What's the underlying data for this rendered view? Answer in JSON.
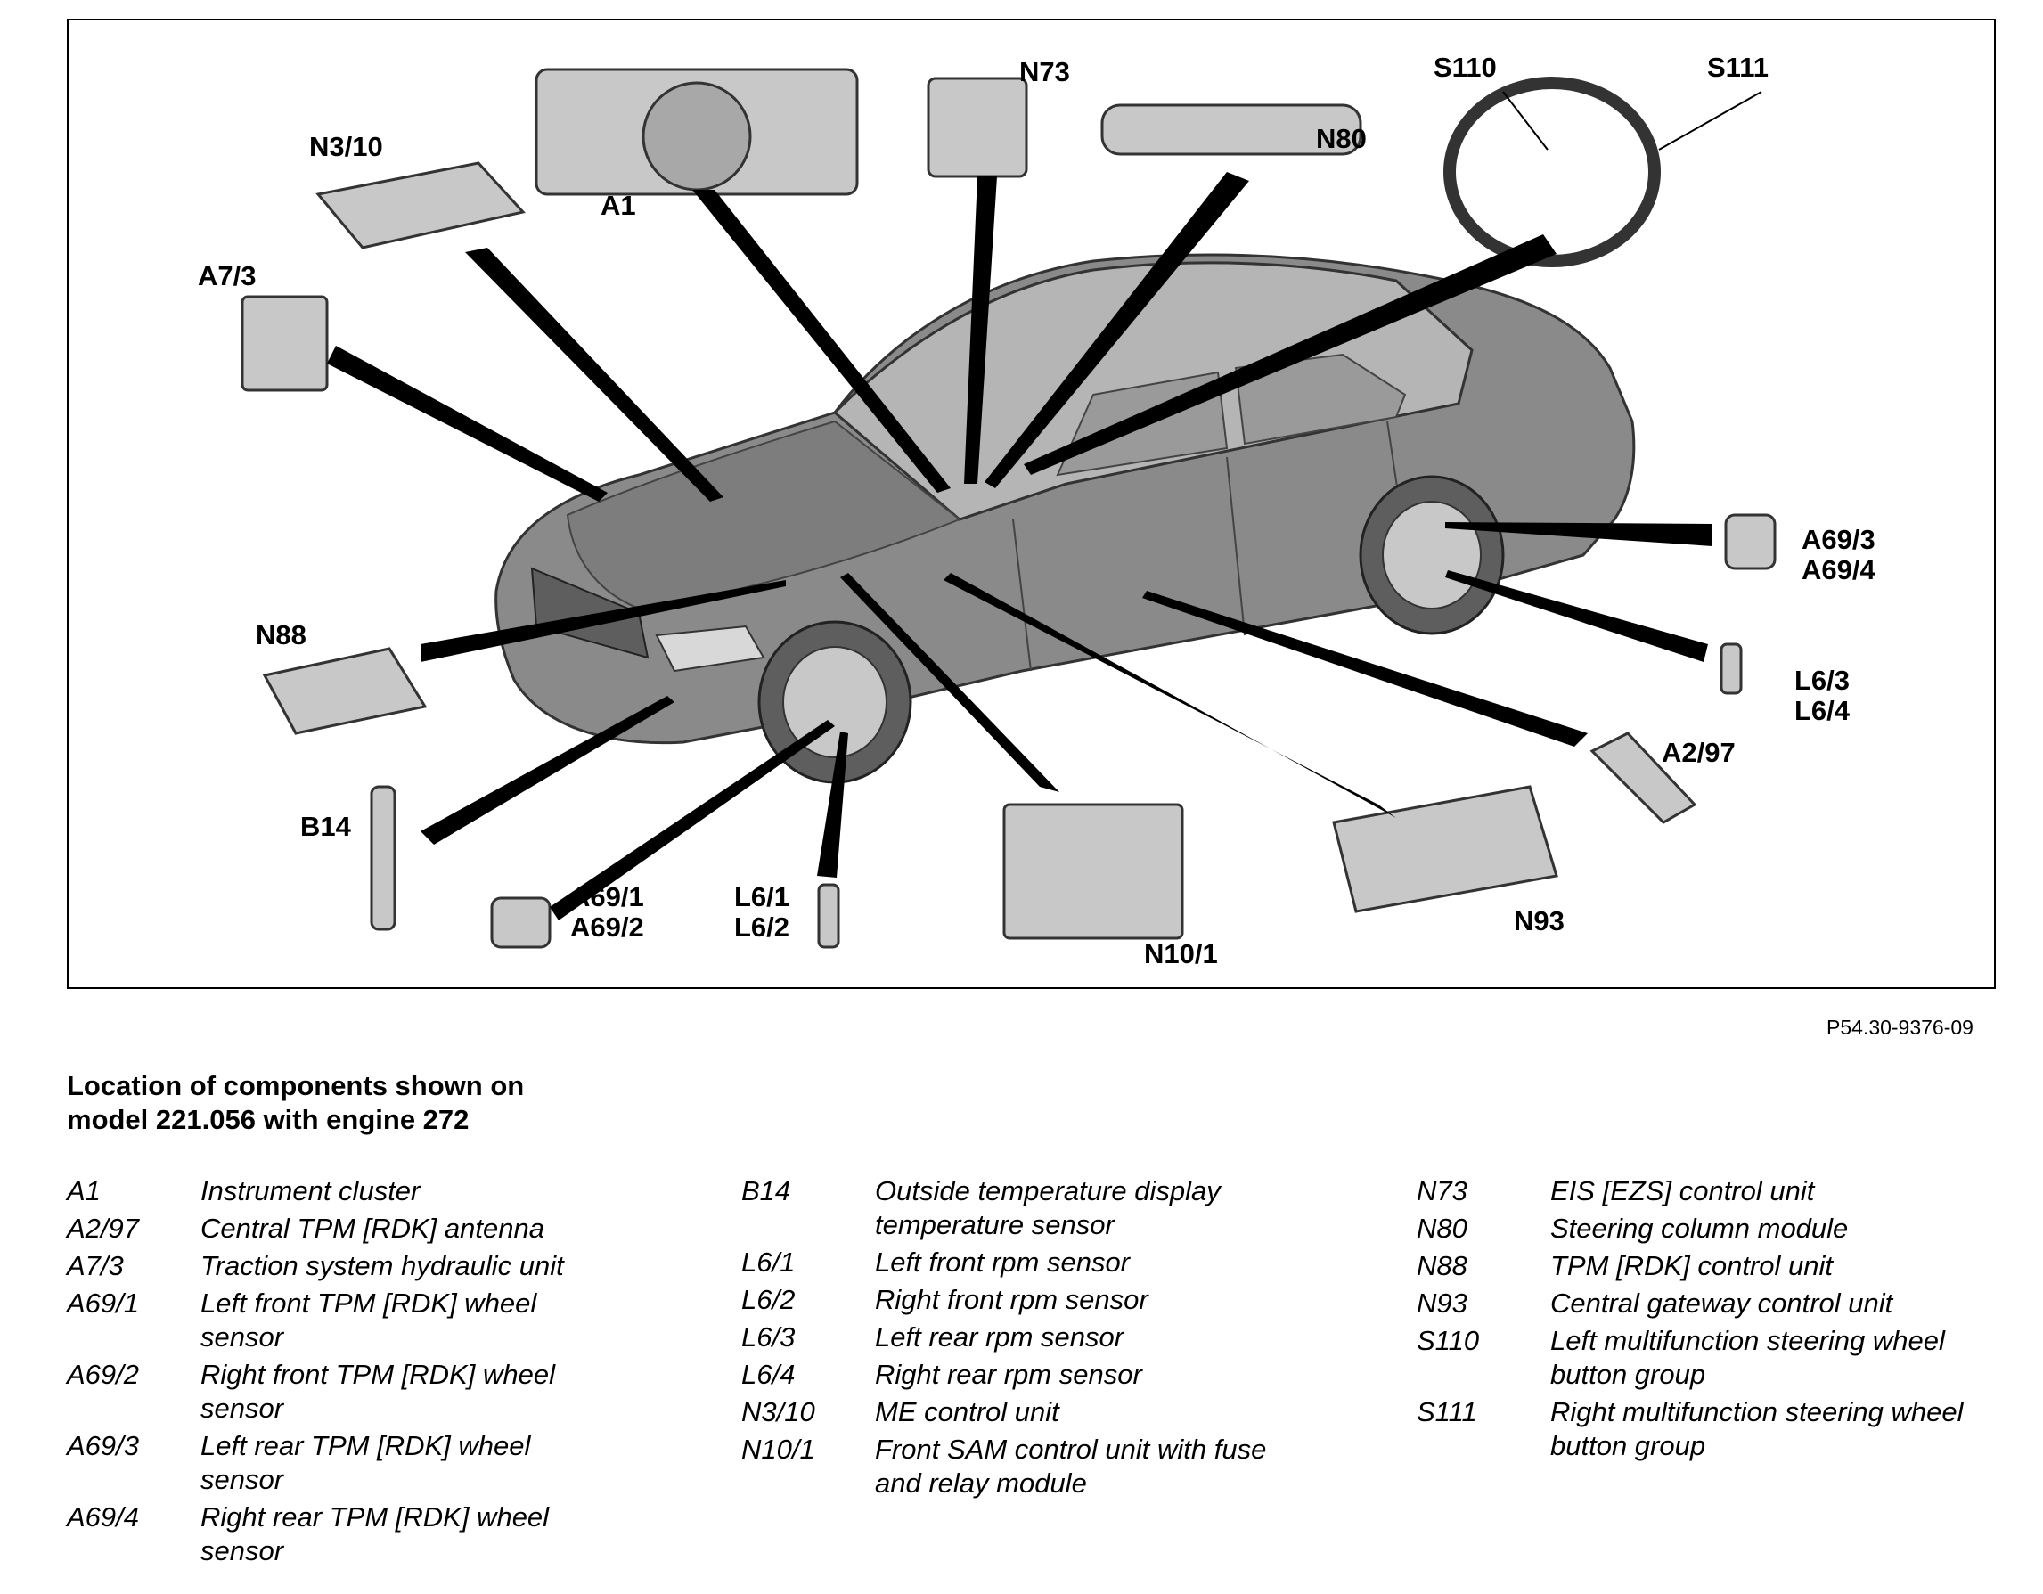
{
  "diagram": {
    "callouts": {
      "A1": "A1",
      "A2_97": "A2/97",
      "A7_3": "A7/3",
      "A69_1": "A69/1",
      "A69_2": "A69/2",
      "A69_3": "A69/3",
      "A69_4": "A69/4",
      "B14": "B14",
      "L6_1": "L6/1",
      "L6_2": "L6/2",
      "L6_3": "L6/3",
      "L6_4": "L6/4",
      "N3_10": "N3/10",
      "N10_1": "N10/1",
      "N73": "N73",
      "N80": "N80",
      "N88": "N88",
      "N93": "N93",
      "S110": "S110",
      "S111": "S111"
    },
    "colors": {
      "car_body": "#8a8a8a",
      "car_dark": "#5e5e5e",
      "glass": "#b5b5b5",
      "component": "#c8c8c8",
      "leader": "#000000"
    }
  },
  "figure_ref": "P54.30-9376-09",
  "legend": {
    "title_line1": "Location of components shown on",
    "title_line2": "model 221.056 with engine 272",
    "columns": [
      [
        {
          "code": "A1",
          "desc": "Instrument cluster"
        },
        {
          "code": "A2/97",
          "desc": "Central TPM [RDK] antenna"
        },
        {
          "code": "A7/3",
          "desc": "Traction system hydraulic unit"
        },
        {
          "code": "A69/1",
          "desc": "Left front TPM [RDK] wheel\nsensor"
        },
        {
          "code": "A69/2",
          "desc": "Right front TPM [RDK] wheel\nsensor"
        },
        {
          "code": "A69/3",
          "desc": "Left rear TPM [RDK] wheel\nsensor"
        },
        {
          "code": "A69/4",
          "desc": "Right rear TPM [RDK] wheel\nsensor"
        }
      ],
      [
        {
          "code": "B14",
          "desc": "Outside temperature display\ntemperature sensor"
        },
        {
          "code": "L6/1",
          "desc": "Left front rpm sensor"
        },
        {
          "code": "L6/2",
          "desc": "Right front rpm sensor"
        },
        {
          "code": "L6/3",
          "desc": "Left rear rpm sensor"
        },
        {
          "code": "L6/4",
          "desc": "Right rear rpm sensor"
        },
        {
          "code": "N3/10",
          "desc": "ME control unit"
        },
        {
          "code": "N10/1",
          "desc": "Front SAM control unit with fuse\nand relay module"
        }
      ],
      [
        {
          "code": "N73",
          "desc": "EIS [EZS] control unit"
        },
        {
          "code": "N80",
          "desc": "Steering column module"
        },
        {
          "code": "N88",
          "desc": "TPM [RDK] control unit"
        },
        {
          "code": "N93",
          "desc": "Central gateway control unit"
        },
        {
          "code": "S110",
          "desc": "Left multifunction steering wheel\nbutton group"
        },
        {
          "code": "S111",
          "desc": "Right multifunction steering wheel\nbutton group"
        }
      ]
    ]
  }
}
